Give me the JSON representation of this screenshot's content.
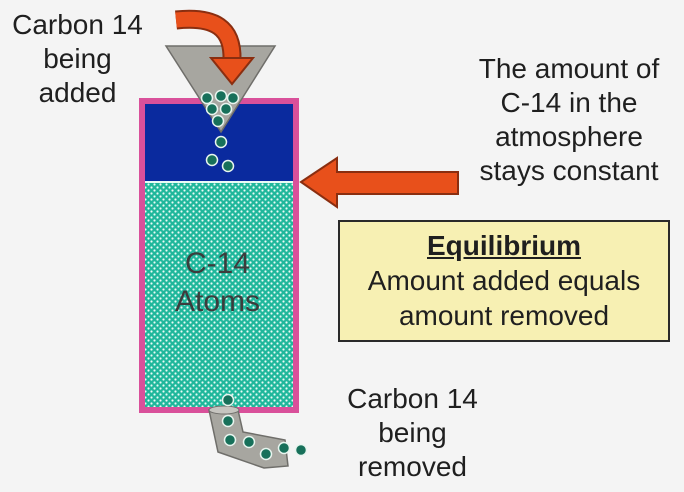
{
  "labels": {
    "added": [
      "Carbon 14",
      "being",
      "added"
    ],
    "removed": [
      "Carbon 14",
      "being",
      "removed"
    ],
    "constant": [
      "The amount of",
      "C-14 in the",
      "atmosphere",
      "stays constant"
    ]
  },
  "equilibrium": {
    "title": "Equilibrium",
    "lines": [
      "Amount added equals",
      "amount removed"
    ]
  },
  "container": {
    "label": [
      "C-14",
      "Atoms"
    ]
  },
  "colors": {
    "background": "#f4f4f4",
    "container_border": "#d9509a",
    "atmosphere_blue": "#0a2a9e",
    "teal_fill": "#1fb79b",
    "arrow_orange": "#e8501b",
    "funnel_gray": "#a7a6a0",
    "atom_green": "#17705a",
    "equilibrium_fill": "#f7f0b3"
  },
  "icons": {
    "input_arrow": "curved-arrow-down-icon",
    "side_arrow": "arrow-left-icon"
  }
}
